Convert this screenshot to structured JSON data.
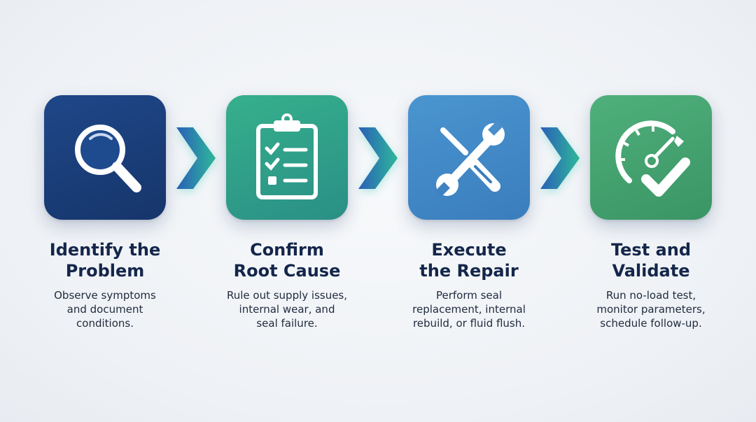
{
  "steps": [
    {
      "title_line1": "Identify the",
      "title_line2": "Problem",
      "desc_line1": "Observe symptoms",
      "desc_line2": "and document",
      "desc_line3": "conditions.",
      "icon": "magnifying-glass-icon",
      "color": "#1b3e7a"
    },
    {
      "title_line1": "Confirm",
      "title_line2": "Root Cause",
      "desc_line1": "Rule out supply issues,",
      "desc_line2": "internal wear, and",
      "desc_line3": "seal failure.",
      "icon": "clipboard-checklist-icon",
      "color": "#2a9f8a"
    },
    {
      "title_line1": "Execute",
      "title_line2": "the Repair",
      "desc_line1": "Perform seal",
      "desc_line2": "replacement, internal",
      "desc_line3": "rebuild, or fluid flush.",
      "icon": "wrench-screwdriver-icon",
      "color": "#3f86c4"
    },
    {
      "title_line1": "Test and",
      "title_line2": "Validate",
      "desc_line1": "Run no-load test,",
      "desc_line2": "monitor parameters,",
      "desc_line3": "schedule follow-up.",
      "icon": "gauge-checkmark-icon",
      "color": "#3f9f6a"
    }
  ],
  "arrows": [
    "chevron-right-icon",
    "chevron-right-icon",
    "chevron-right-icon"
  ]
}
